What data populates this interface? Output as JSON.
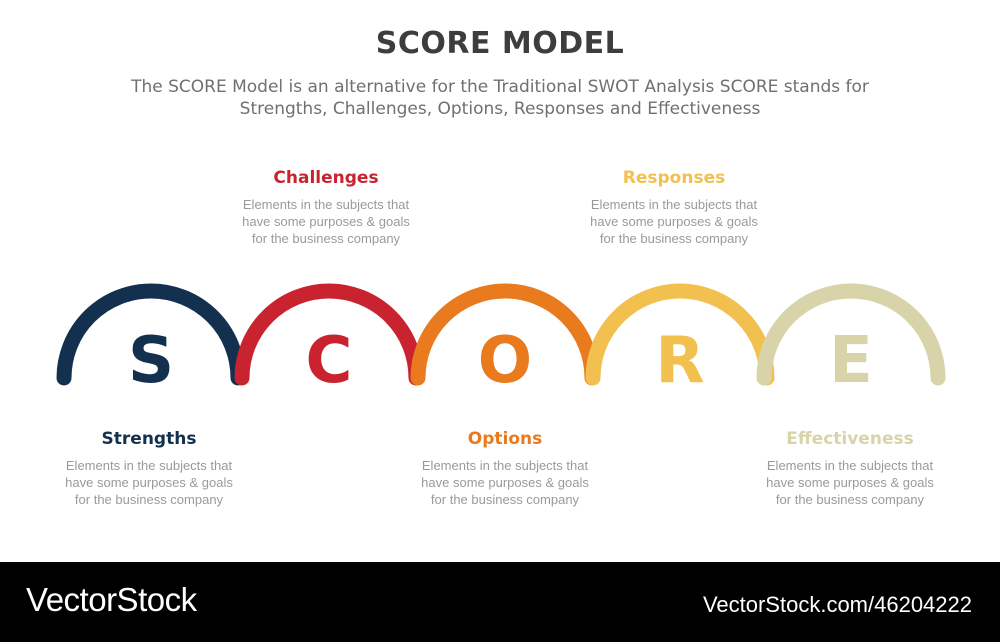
{
  "header": {
    "title": "SCORE MODEL",
    "subtitle": "The SCORE Model is an alternative for the Traditional SWOT Analysis SCORE stands for\nStrengths, Challenges, Options, Responses and Effectiveness"
  },
  "segments": [
    {
      "letter": "S",
      "label": "Strengths",
      "color": "#14304f",
      "position": "bottom",
      "description": "Elements in the subjects that\nhave  some purposes & goals\nfor the  business company"
    },
    {
      "letter": "C",
      "label": "Challenges",
      "color": "#c8232f",
      "position": "top",
      "description": "Elements in the subjects that\nhave  some purposes & goals\nfor the  business company"
    },
    {
      "letter": "O",
      "label": "Options",
      "color": "#ea7a1e",
      "position": "bottom",
      "description": "Elements in the subjects that\nhave  some purposes & goals\nfor the  business company"
    },
    {
      "letter": "R",
      "label": "Responses",
      "color": "#f2c04f",
      "position": "top",
      "description": "Elements in the subjects that\nhave  some purposes & goals\nfor the  business company"
    },
    {
      "letter": "E",
      "label": "Effectiveness",
      "color": "#d8d3a9",
      "position": "bottom",
      "description": "Elements in the subjects that\nhave  some purposes & goals\nfor the  business company"
    }
  ],
  "footer": {
    "brand": "VectorStock",
    "url": "VectorStock.com/46204222"
  }
}
